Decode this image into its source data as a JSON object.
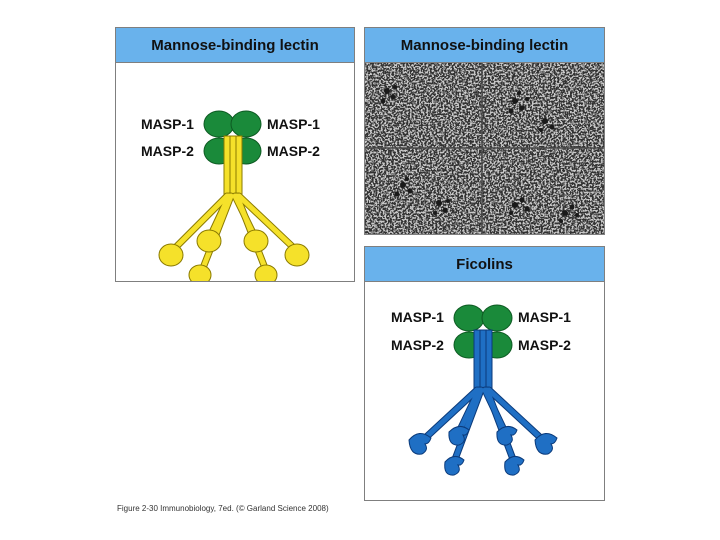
{
  "panels": {
    "mbl_diagram": {
      "title": "Mannose-binding lectin",
      "labels": [
        "MASP-1",
        "MASP-1",
        "MASP-2",
        "MASP-2"
      ]
    },
    "mbl_micrograph": {
      "title": "Mannose-binding lectin"
    },
    "ficolins": {
      "title": "Ficolins",
      "labels": [
        "MASP-1",
        "MASP-1",
        "MASP-2",
        "MASP-2"
      ]
    }
  },
  "caption": "Figure 2-30  Immunobiology, 7ed. (© Garland Science 2008)",
  "colors": {
    "header_blue": "#69b2ec",
    "masp_green": "#1a8a3a",
    "mbl_yellow": "#f5e12a",
    "ficolin_blue": "#1f6fc4"
  }
}
